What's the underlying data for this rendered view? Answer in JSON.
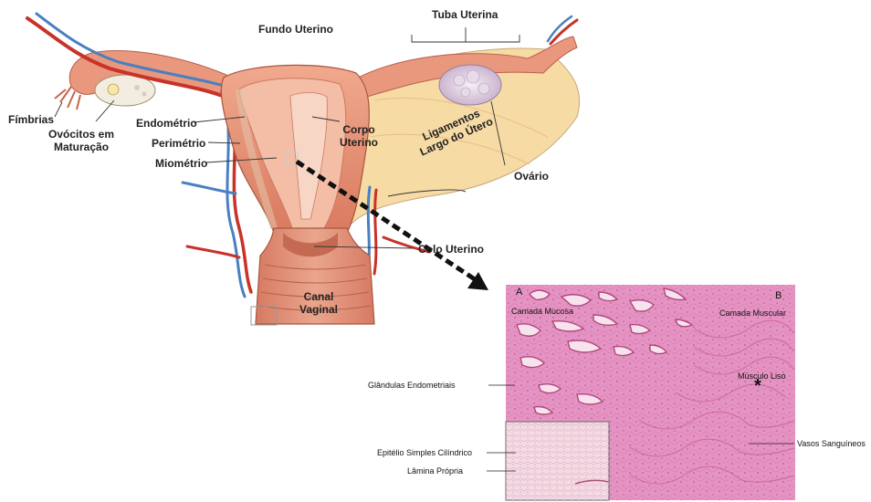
{
  "anatomy": {
    "fundo": "Fundo Uterino",
    "tuba": "Tuba Uterina",
    "fimbrias": "Fímbrias",
    "ovocitos_1": "Ovócitos em",
    "ovocitos_2": "Maturação",
    "endometrio": "Endométrio",
    "perimetrio": "Perimétrio",
    "miometrio": "Miométrio",
    "corpo_1": "Corpo",
    "corpo_2": "Uterino",
    "ligamentos_1": "Ligamentos",
    "ligamentos_2": "Largo do Útero",
    "ovario": "Ovário",
    "colo": "Colo Uterino",
    "canal_1": "Canal",
    "canal_2": "Vaginal"
  },
  "histology": {
    "panel_a": "A",
    "panel_b": "B",
    "mucosa": "Camada Mucosa",
    "muscular": "Camada Muscular",
    "glandulas": "Glândulas Endometriais",
    "musculo": "Músculo Liso",
    "asterisk": "*",
    "vasos": "Vasos Sanguíneos",
    "epitelio": "Epitélio Simples Cilíndrico",
    "lamina": "Lâmina Própria"
  },
  "colors": {
    "tissue": "#e9967c",
    "tissue_light": "#f4b8a1",
    "ligament": "#f7dca4",
    "artery": "#c83228",
    "vein": "#4a7fc0",
    "histo_bg": "#e58fc0",
    "histo_gland": "#f7e3ee"
  }
}
